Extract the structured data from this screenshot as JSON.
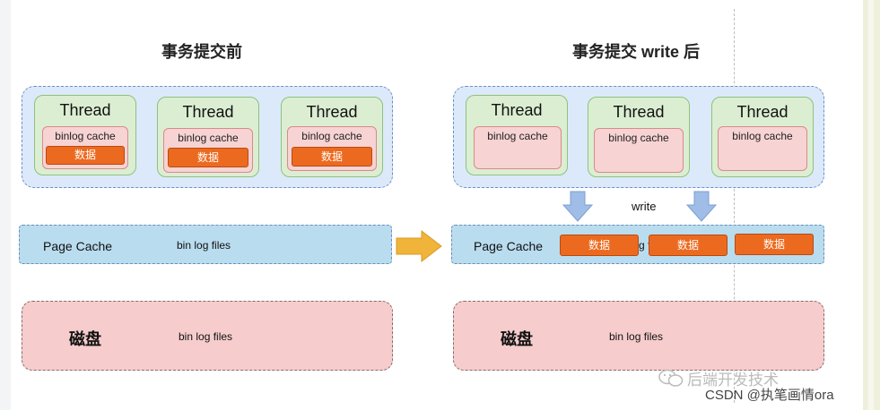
{
  "before": {
    "title": "事务提交前",
    "threads": [
      {
        "label": "Thread",
        "cache_label": "binlog cache",
        "data_label": "数据"
      },
      {
        "label": "Thread",
        "cache_label": "binlog cache",
        "data_label": "数据"
      },
      {
        "label": "Thread",
        "cache_label": "binlog cache",
        "data_label": "数据"
      }
    ],
    "page_cache_label": "Page Cache",
    "page_cache_files": "bin log files",
    "disk_label": "磁盘",
    "disk_files": "bin log files"
  },
  "after": {
    "title": "事务提交 write 后",
    "threads": [
      {
        "label": "Thread",
        "cache_label": "binlog cache"
      },
      {
        "label": "Thread",
        "cache_label": "binlog cache"
      },
      {
        "label": "Thread",
        "cache_label": "binlog cache"
      }
    ],
    "write_label": "write",
    "page_cache_label": "Page Cache",
    "page_cache_files_fragment": "g f",
    "page_cache_data": [
      "数据",
      "数据",
      "数据"
    ],
    "disk_label": "磁盘",
    "disk_files": "bin log files"
  },
  "watermark": {
    "account": "后端开发技术",
    "csdn": "CSDN @执笔画情ora"
  },
  "colors": {
    "thread_group_bg": "#dce9fa",
    "thread_bg": "#dbeed2",
    "binlog_cache_bg": "#f7d3d3",
    "data_block": "#ec6a1f",
    "page_cache_bg": "#b9dcef",
    "disk_bg": "#f6cccc",
    "transition_arrow": "#f0b43a",
    "write_arrow": "#9fbde6"
  }
}
